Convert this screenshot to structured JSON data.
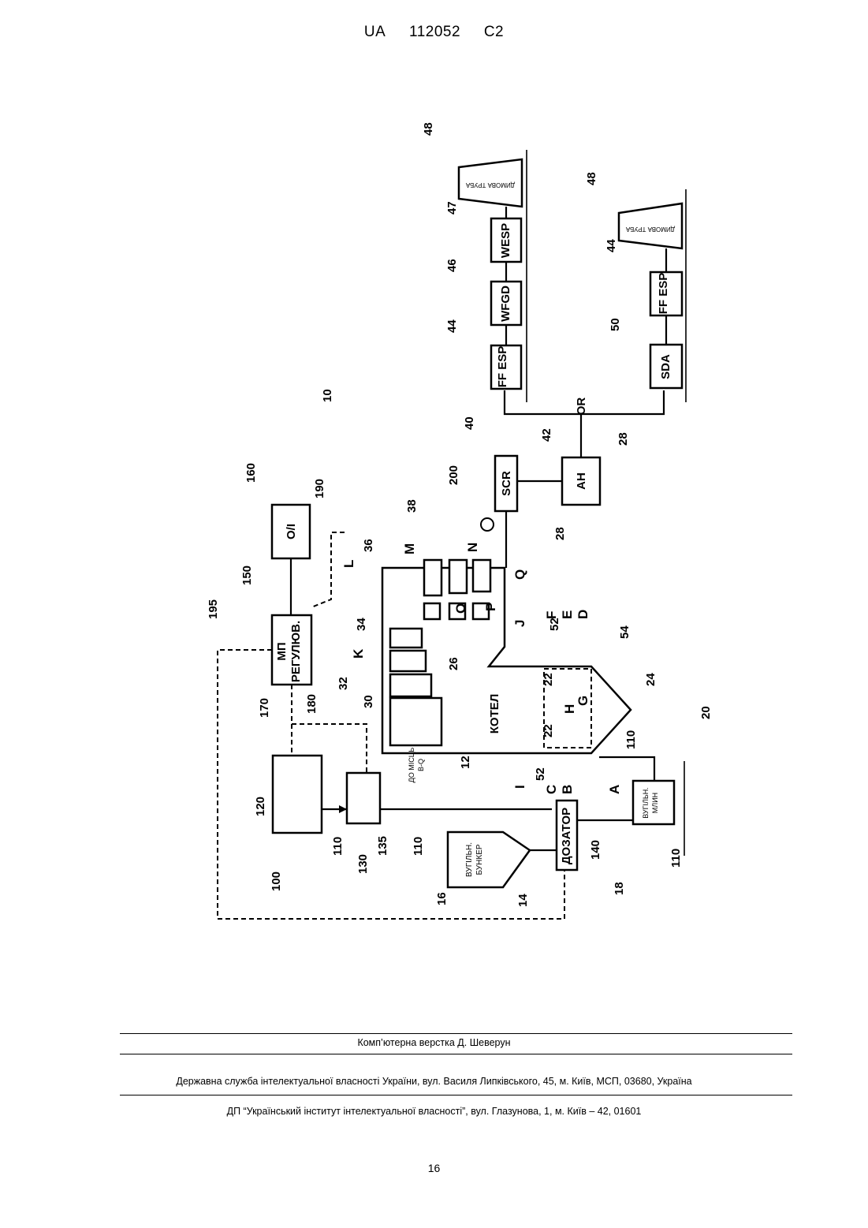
{
  "header": {
    "country": "UA",
    "number": "112052",
    "kind": "C2"
  },
  "figure": {
    "ref_numerals": [
      "10",
      "12",
      "14",
      "16",
      "18",
      "20",
      "22",
      "24",
      "26",
      "28",
      "30",
      "32",
      "34",
      "36",
      "38",
      "40",
      "42",
      "44",
      "46",
      "47",
      "48",
      "50",
      "52",
      "54",
      "100",
      "110",
      "120",
      "130",
      "135",
      "140",
      "150",
      "160",
      "170",
      "180",
      "190",
      "195",
      "200"
    ],
    "letters": [
      "A",
      "B",
      "C",
      "D",
      "E",
      "F",
      "G",
      "H",
      "I",
      "J",
      "K",
      "L",
      "M",
      "N",
      "O",
      "P",
      "Q"
    ],
    "box_labels": {
      "controller": "МП РЕГУЛЮВ.",
      "oi": "O/I",
      "scr": "SCR",
      "ah": "AH",
      "ff_esp": "FF ESP",
      "wfgd": "WFGD",
      "wesp": "WESP",
      "stack": "ДИМОВА ТРУБА",
      "sda": "SDA",
      "boiler": "КОТЕЛ",
      "doser": "ДОЗАТОР",
      "coal_bunker": "ВУГІЛЬН. БУНКЕР",
      "coal_mill": "ВУГІЛЬН. МЛИН",
      "to_places": "ДО МІСЦЬ B-Q",
      "or": "OR"
    }
  },
  "footer": {
    "typesetting": "Комп’ютерна верстка Д. Шеверун",
    "agency": "Державна служба інтелектуальної власності України, вул. Василя Липківського, 45, м. Київ, МСП, 03680, Україна",
    "institute": "ДП “Український інститут інтелектуальної власності”, вул. Глазунова, 1, м. Київ – 42, 01601"
  },
  "page_number": "16"
}
